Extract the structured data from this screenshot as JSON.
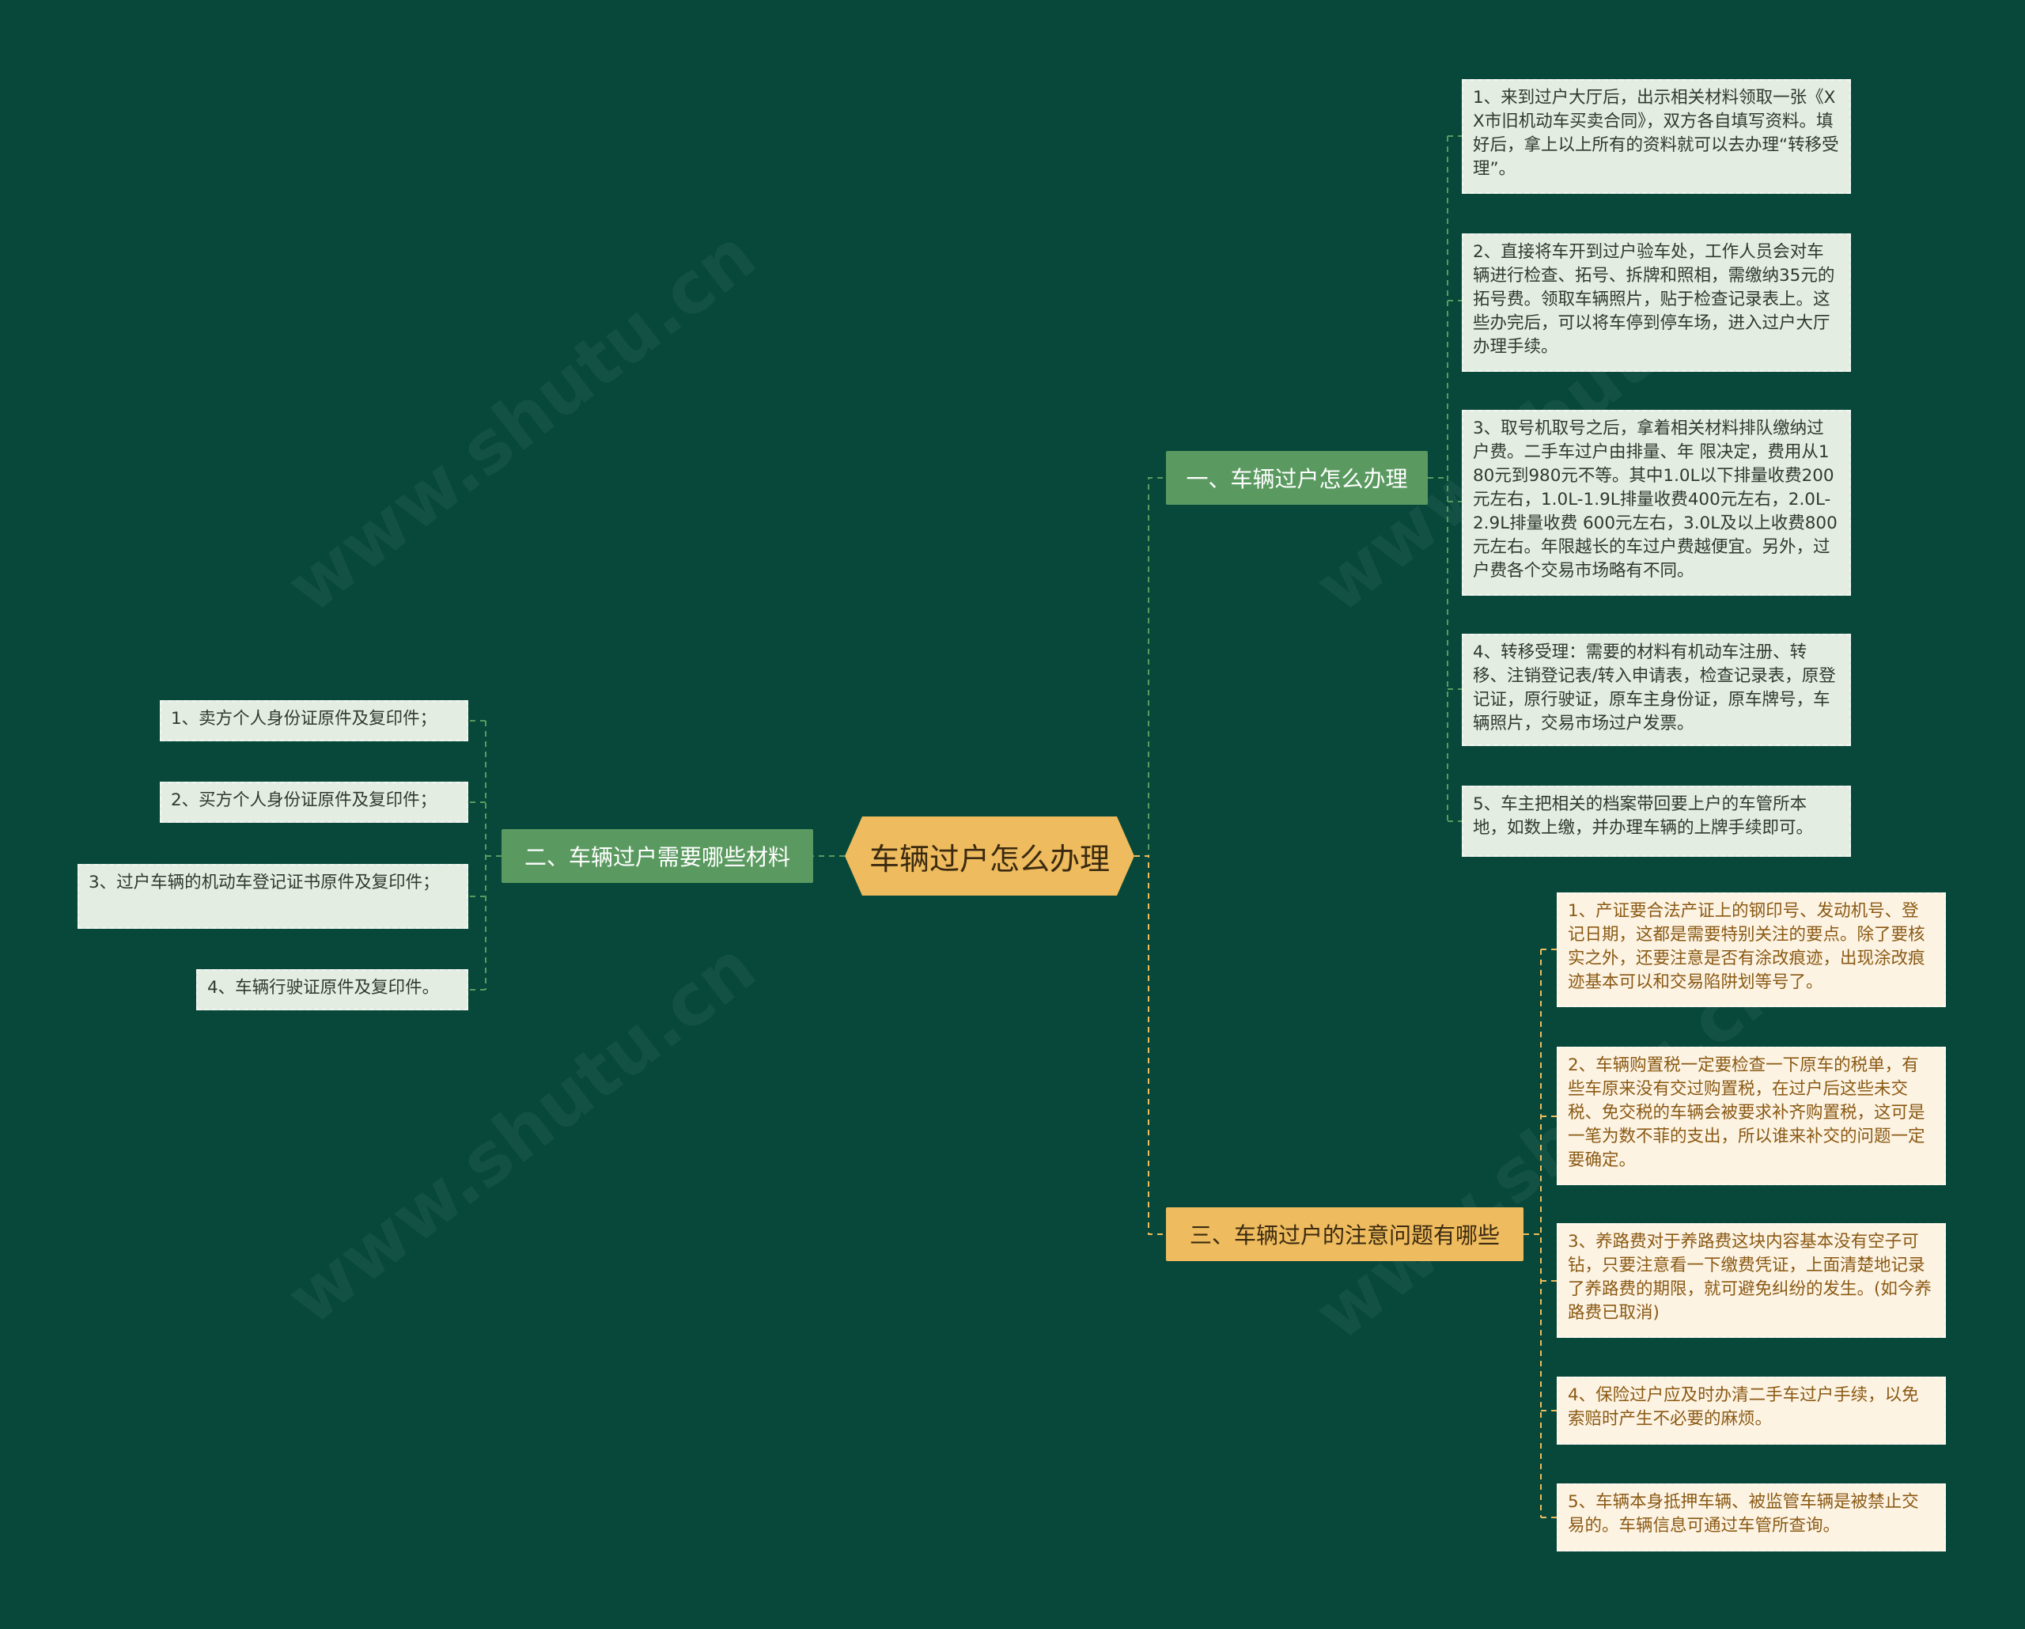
{
  "root": {
    "label": "车辆过户怎么办理"
  },
  "branch1": {
    "label": "一、车辆过户怎么办理",
    "items": [
      "1、来到过户大厅后，出示相关材料领取一张《XX市旧机动车买卖合同》，双方各自填写资料。填好后，拿上以上所有的资料就可以去办理“转移受理”。",
      "2、直接将车开到过户验车处，工作人员会对车辆进行检查、拓号、拆牌和照相，需缴纳35元的拓号费。领取车辆照片，贴于检查记录表上。这些办完后，可以将车停到停车场，进入过户大厅办理手续。",
      "3、取号机取号之后，拿着相关材料排队缴纳过户费。二手车过户由排量、年 限决定，费用从180元到980元不等。其中1.0L以下排量收费200元左右，1.0L-1.9L排量收费400元左右，2.0L-2.9L排量收费 600元左右，3.0L及以上收费800元左右。年限越长的车过户费越便宜。另外，过户费各个交易市场略有不同。",
      "4、转移受理：需要的材料有机动车注册、转移、注销登记表/转入申请表，检查记录表，原登记证，原行驶证，原车主身份证，原车牌号，车辆照片，交易市场过户发票。",
      "5、车主把相关的档案带回要上户的车管所本地，如数上缴，并办理车辆的上牌手续即可。"
    ]
  },
  "branch2": {
    "label": "二、车辆过户需要哪些材料",
    "items": [
      "1、卖方个人身份证原件及复印件；",
      "2、买方个人身份证原件及复印件；",
      "3、过户车辆的机动车登记证书原件及复印件；",
      "4、车辆行驶证原件及复印件。"
    ]
  },
  "branch3": {
    "label": "三、车辆过户的注意问题有哪些",
    "items": [
      "1、产证要合法产证上的钢印号、发动机号、登记日期，这都是需要特别关注的要点。除了要核实之外，还要注意是否有涂改痕迹，出现涂改痕迹基本可以和交易陷阱划等号了。",
      "2、车辆购置税一定要检查一下原车的税单，有些车原来没有交过购置税，在过户后这些未交税、免交税的车辆会被要求补齐购置税，这可是一笔为数不菲的支出，所以谁来补交的问题一定要确定。",
      "3、养路费对于养路费这块内容基本没有空子可钻，只要注意看一下缴费凭证，上面清楚地记录了养路费的期限，就可避免纠纷的发生。(如今养路费已取消)",
      "4、保险过户应及时办清二手车过户手续，以免索赔时产生不必要的麻烦。",
      "5、车辆本身抵押车辆、被监管车辆是被禁止交易的。车辆信息可通过车管所查询。"
    ]
  },
  "watermark": "www.shutu.cn",
  "colors": {
    "background": "#07483a",
    "root": "#eebb5e",
    "branch_green": "#5a9a60",
    "branch_yellow": "#eebb5e",
    "leaf_green": "#e4ede2",
    "leaf_yellow": "#fdf3e3",
    "line_green": "#5a9a60",
    "line_yellow": "#eebb5e"
  }
}
